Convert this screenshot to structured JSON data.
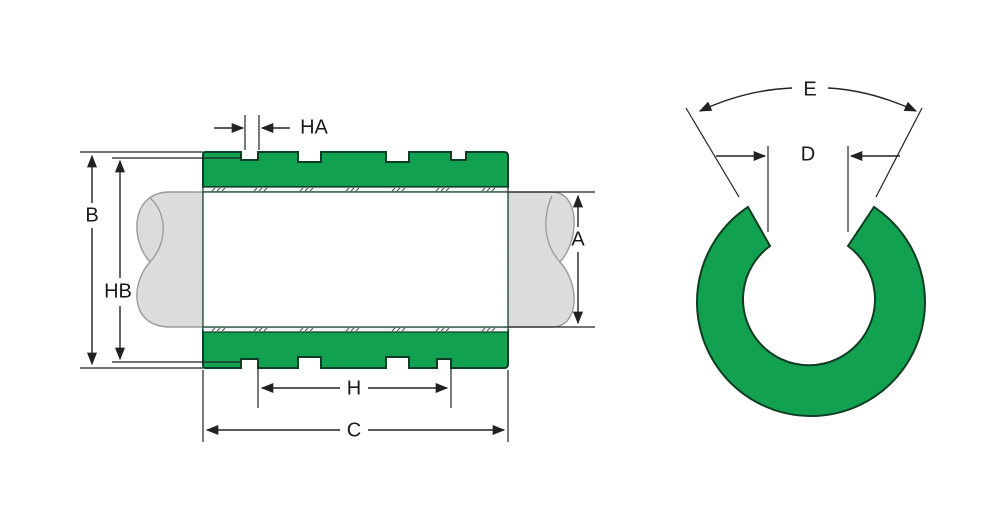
{
  "labels": {
    "B": "B",
    "HB": "HB",
    "HA": "HA",
    "A": "A",
    "H": "H",
    "C": "C",
    "E": "E",
    "D": "D"
  },
  "colors": {
    "bearing": "#12a150",
    "outline": "#0d3d22",
    "shaft": "#dcdcdc"
  }
}
